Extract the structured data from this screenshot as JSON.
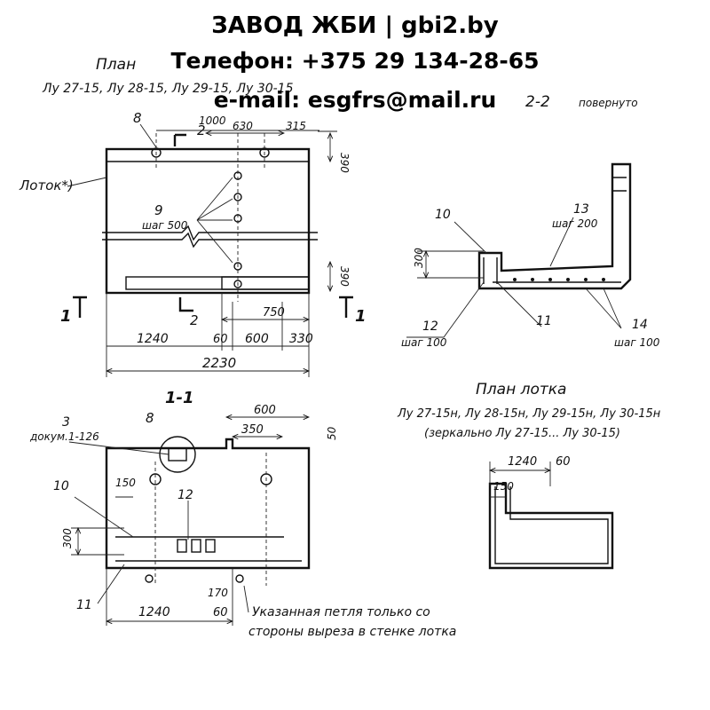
{
  "watermark": {
    "title": "ЗАВОД ЖБИ | gbi2.by",
    "phone": "Телефон: +375 29 134-28-65",
    "email": "e-mail: esgfrs@mail.ru"
  },
  "plan": {
    "title": "План",
    "subtitle": "Лу 27-15, Лу 28-15, Лу 29-15, Лу 30-15",
    "label_tray": "Лоток*)",
    "callout_8": "8",
    "callout_2_top": "2",
    "callout_2_bottom": "2",
    "callout_9": "9",
    "step_500": "шаг 500",
    "dim_1000": "1000",
    "dim_630": "630",
    "dim_315": "315",
    "dim_390_top": "390",
    "dim_390_bottom": "390",
    "dim_750": "750",
    "dim_1240": "1240",
    "dim_60": "60",
    "dim_600": "600",
    "dim_330": "330",
    "dim_2230": "2230",
    "mark_1_left": "1",
    "mark_1_right": "1"
  },
  "section22": {
    "title": "2-2",
    "note": "повернуто",
    "c10": "10",
    "c13": "13",
    "step_200": "шаг 200",
    "dim_300": "300",
    "c12": "12",
    "step_100_a": "шаг 100",
    "c11": "11",
    "c14": "14",
    "step_100_b": "шаг 100"
  },
  "section11": {
    "title": "1-1",
    "c3": "3",
    "doc": "докум.1-126",
    "c8": "8",
    "dim_600": "600",
    "dim_350": "350",
    "dim_50": "50",
    "c10": "10",
    "dim_150": "150",
    "c12": "12",
    "dim_300": "300",
    "c11": "11",
    "dim_170": "170",
    "dim_1240": "1240",
    "dim_60": "60",
    "note_line1": "Указанная петля только со",
    "note_line2": "стороны выреза в стенке лотка"
  },
  "tray_plan": {
    "title": "План лотка",
    "subtitle": "Лу 27-15н, Лу 28-15н, Лу 29-15н, Лу 30-15н",
    "mirror": "(зеркально Лу 27-15... Лу 30-15)",
    "dim_1240": "1240",
    "dim_60": "60",
    "dim_150": "150"
  }
}
